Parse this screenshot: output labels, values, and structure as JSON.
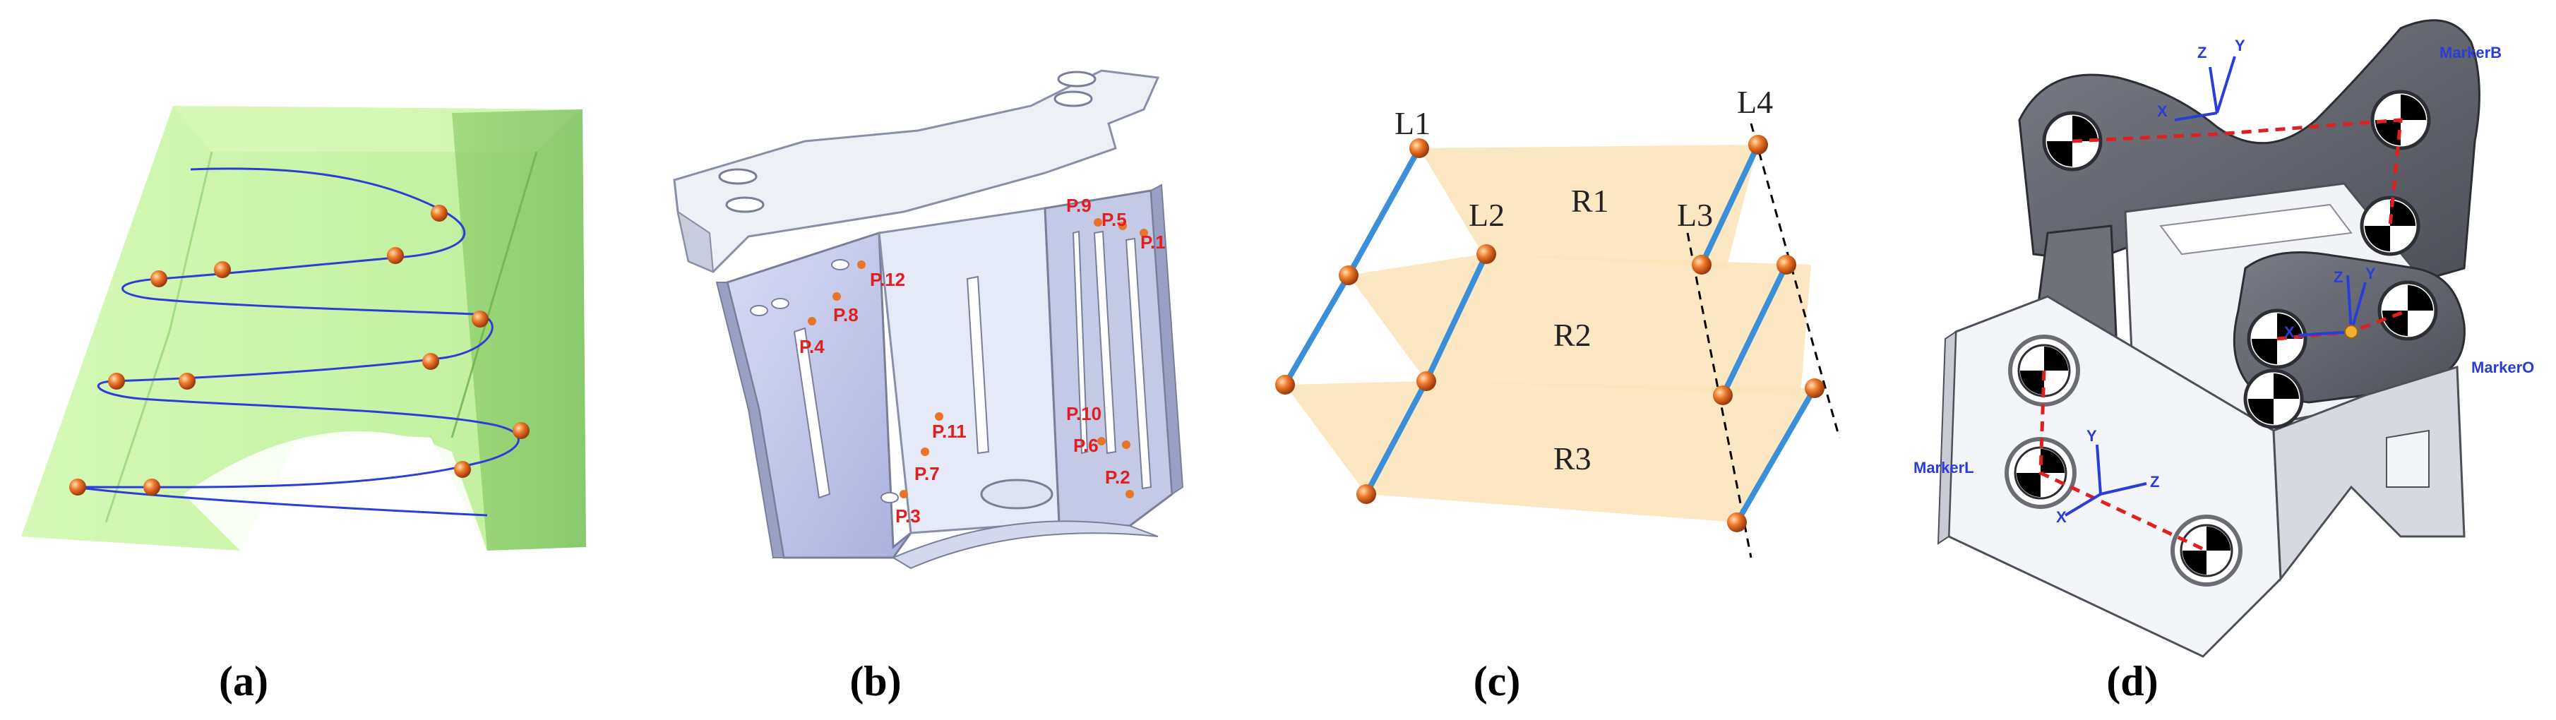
{
  "captions": {
    "a": "(a)",
    "b": "(b)",
    "c": "(c)",
    "d": "(d)"
  },
  "panel_b": {
    "points": [
      "P.1",
      "P.2",
      "P.3",
      "P.4",
      "P.5",
      "P.6",
      "P.7",
      "P.8",
      "P.9",
      "P.10",
      "P.11",
      "P.12"
    ]
  },
  "panel_c": {
    "lines": [
      "L1",
      "L2",
      "L3",
      "L4"
    ],
    "regions": [
      "R1",
      "R2",
      "R3"
    ]
  },
  "panel_d": {
    "markers": {
      "b": "MarkerB",
      "o": "MarkerO",
      "l": "MarkerL"
    },
    "axes": {
      "x": "X",
      "y": "Y",
      "z": "Z"
    }
  },
  "colors": {
    "point_fill": "#e8742a",
    "helix_line": "#2b3fd6",
    "green_prism": "#b8f08a",
    "link_line": "#3b8fd8",
    "region_fill": "#fbe3b8",
    "label_red": "#e02020",
    "label_blue": "#2a3dd8",
    "marker_dash": "#e02020"
  }
}
